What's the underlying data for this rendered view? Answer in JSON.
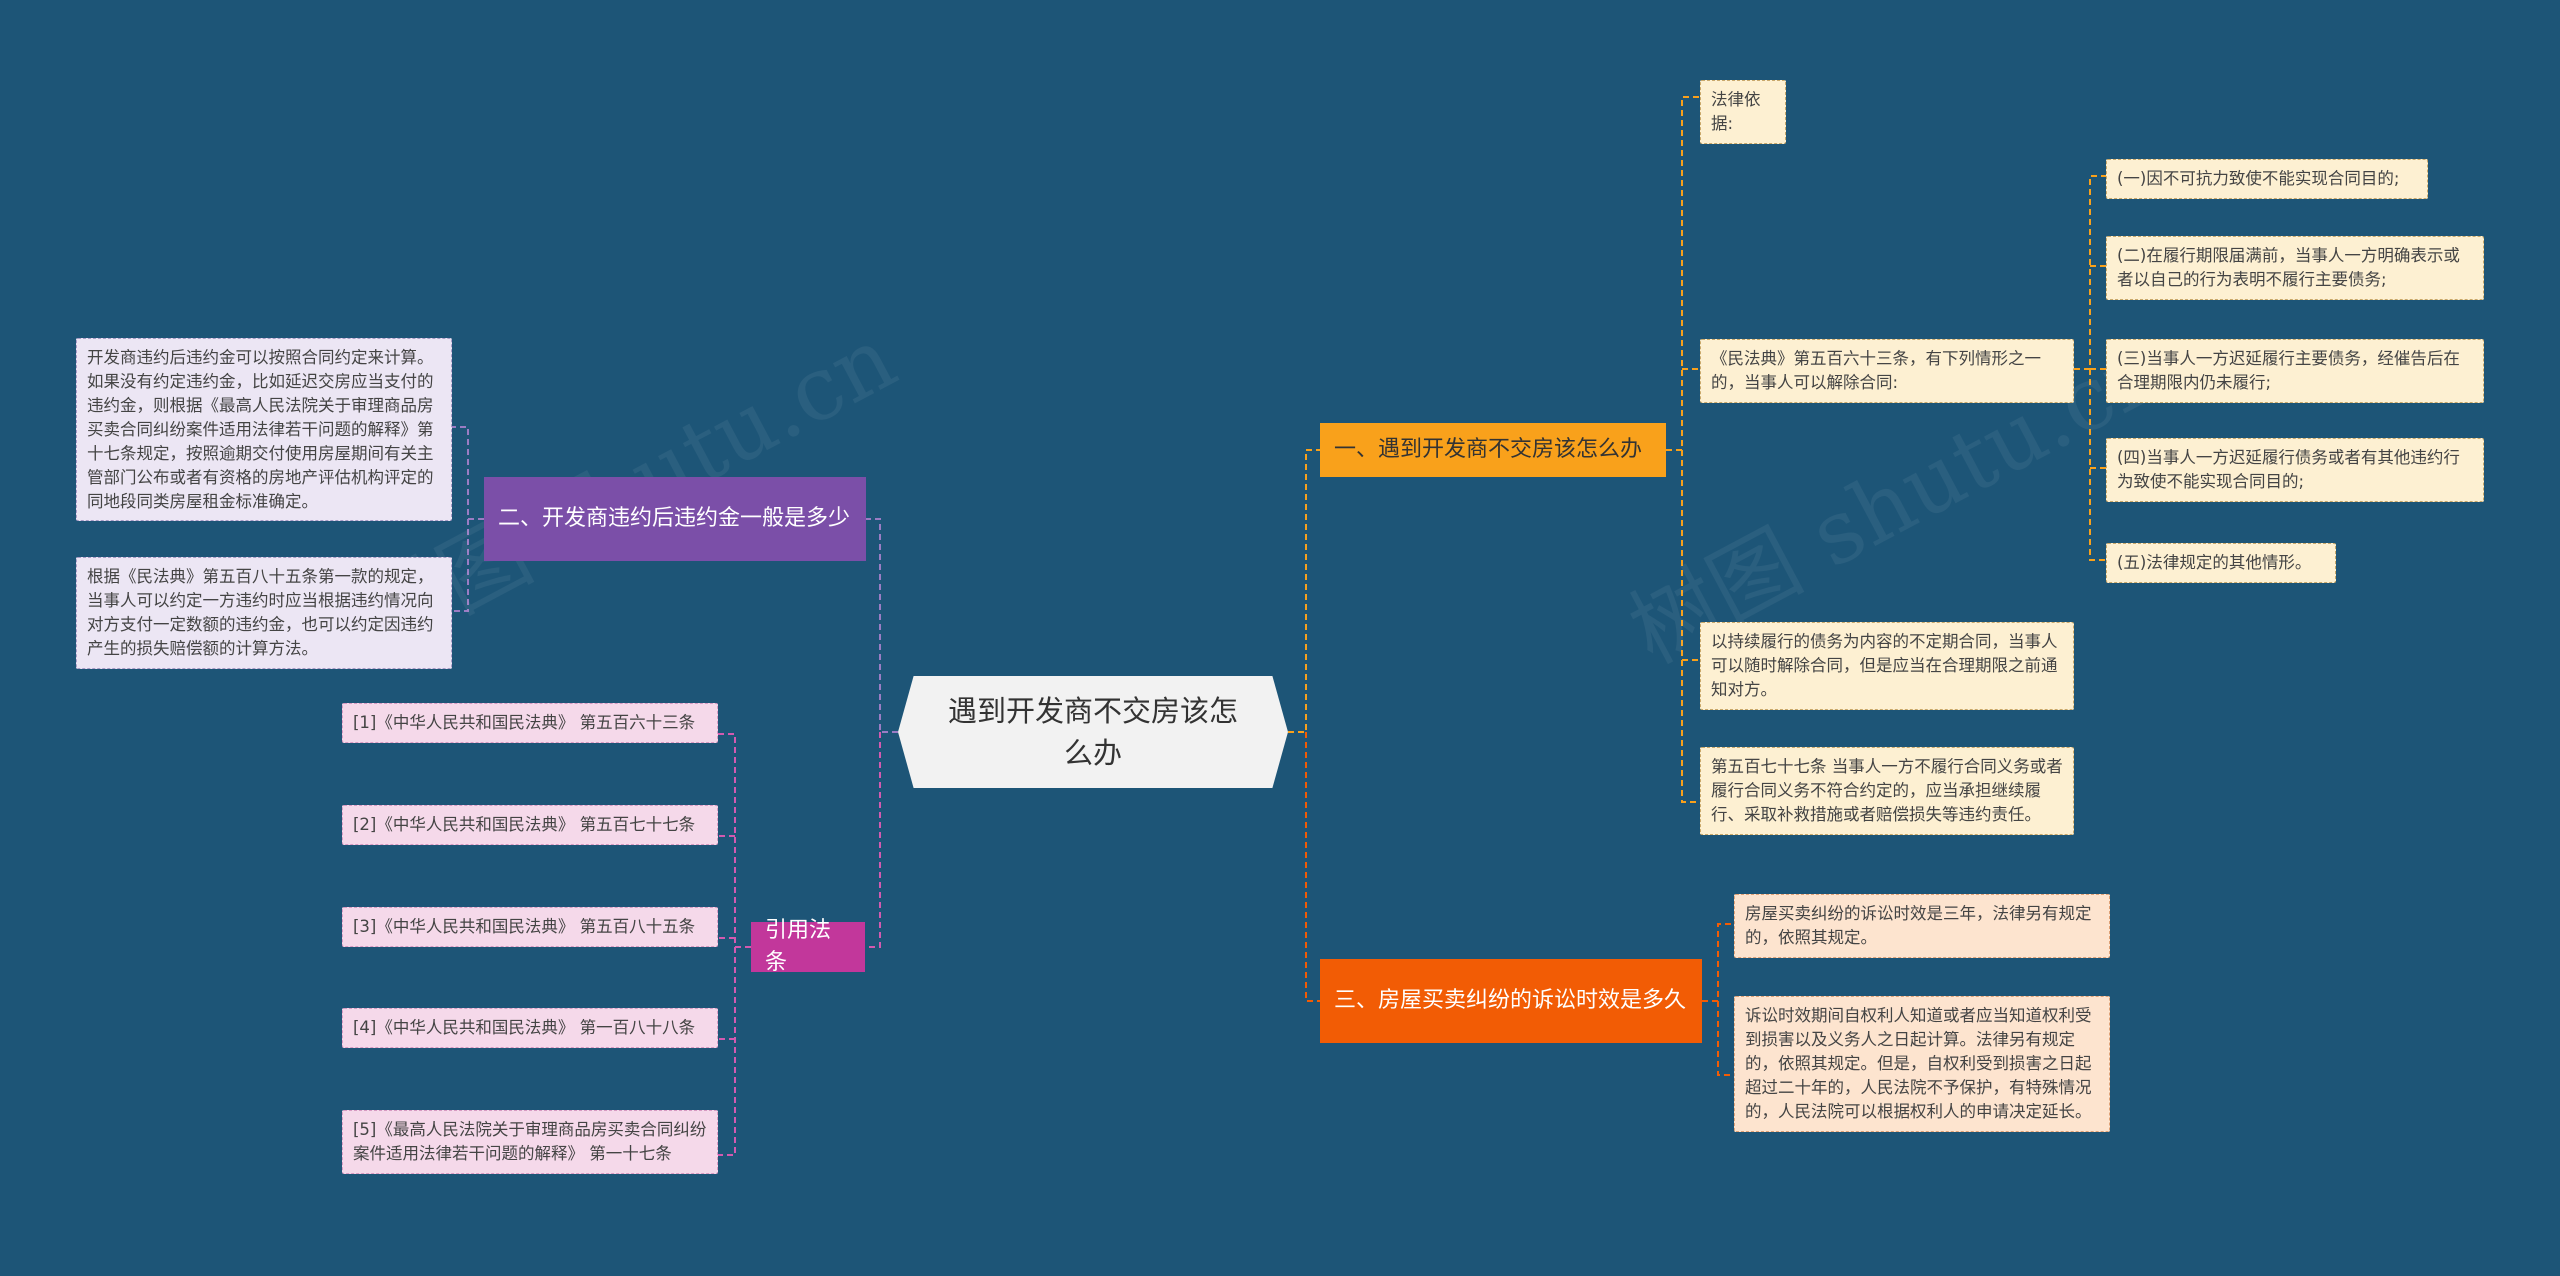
{
  "center": "遇到开发商不交房该怎么办",
  "branches": {
    "b1": "一、遇到开发商不交房该怎么办",
    "b2": "二、开发商违约后违约金一般是多少",
    "b3": "三、房屋买卖纠纷的诉讼时效是多久",
    "b4": "引用法条"
  },
  "b1_items": {
    "legal_basis": "法律依据:",
    "article563": "《民法典》第五百六十三条，有下列情形之一的，当事人可以解除合同:",
    "cases": [
      "(一)因不可抗力致使不能实现合同目的;",
      "(二)在履行期限届满前，当事人一方明确表示或者以自己的行为表明不履行主要债务;",
      "(三)当事人一方迟延履行主要债务，经催告后在合理期限内仍未履行;",
      "(四)当事人一方迟延履行债务或者有其他违约行为致使不能实现合同目的;",
      "(五)法律规定的其他情形。"
    ],
    "continuous": "以持续履行的债务为内容的不定期合同，当事人可以随时解除合同，但是应当在合理期限之前通知对方。",
    "article577": "第五百七十七条 当事人一方不履行合同义务或者履行合同义务不符合约定的，应当承担继续履行、采取补救措施或者赔偿损失等违约责任。"
  },
  "b2_items": [
    "开发商违约后违约金可以按照合同约定来计算。如果没有约定违约金，比如延迟交房应当支付的违约金，则根据《最高人民法院关于审理商品房买卖合同纠纷案件适用法律若干问题的解释》第十七条规定，按照逾期交付使用房屋期间有关主管部门公布或者有资格的房地产评估机构评定的同地段同类房屋租金标准确定。",
    "根据《民法典》第五百八十五条第一款的规定，当事人可以约定一方违约时应当根据违约情况向对方支付一定数额的违约金，也可以约定因违约产生的损失赔偿额的计算方法。"
  ],
  "b3_items": [
    "房屋买卖纠纷的诉讼时效是三年，法律另有规定的，依照其规定。",
    "诉讼时效期间自权利人知道或者应当知道权利受到损害以及义务人之日起计算。法律另有规定的，依照其规定。但是，自权利受到损害之日起超过二十年的，人民法院不予保护，有特殊情况的，人民法院可以根据权利人的申请决定延长。"
  ],
  "b4_items": [
    "[1]《中华人民共和国民法典》 第五百六十三条",
    "[2]《中华人民共和国民法典》 第五百七十七条",
    "[3]《中华人民共和国民法典》 第五百八十五条",
    "[4]《中华人民共和国民法典》 第一百八十八条",
    "[5]《最高人民法院关于审理商品房买卖合同纠纷案件适用法律若干问题的解释》 第一十七条"
  ],
  "watermark": "树图 shutu.cn",
  "colors": {
    "background": "#1d5577",
    "b1": "#f9a11b",
    "b2": "#7b4fa8",
    "b3": "#f25c05",
    "b4": "#c2379b"
  }
}
